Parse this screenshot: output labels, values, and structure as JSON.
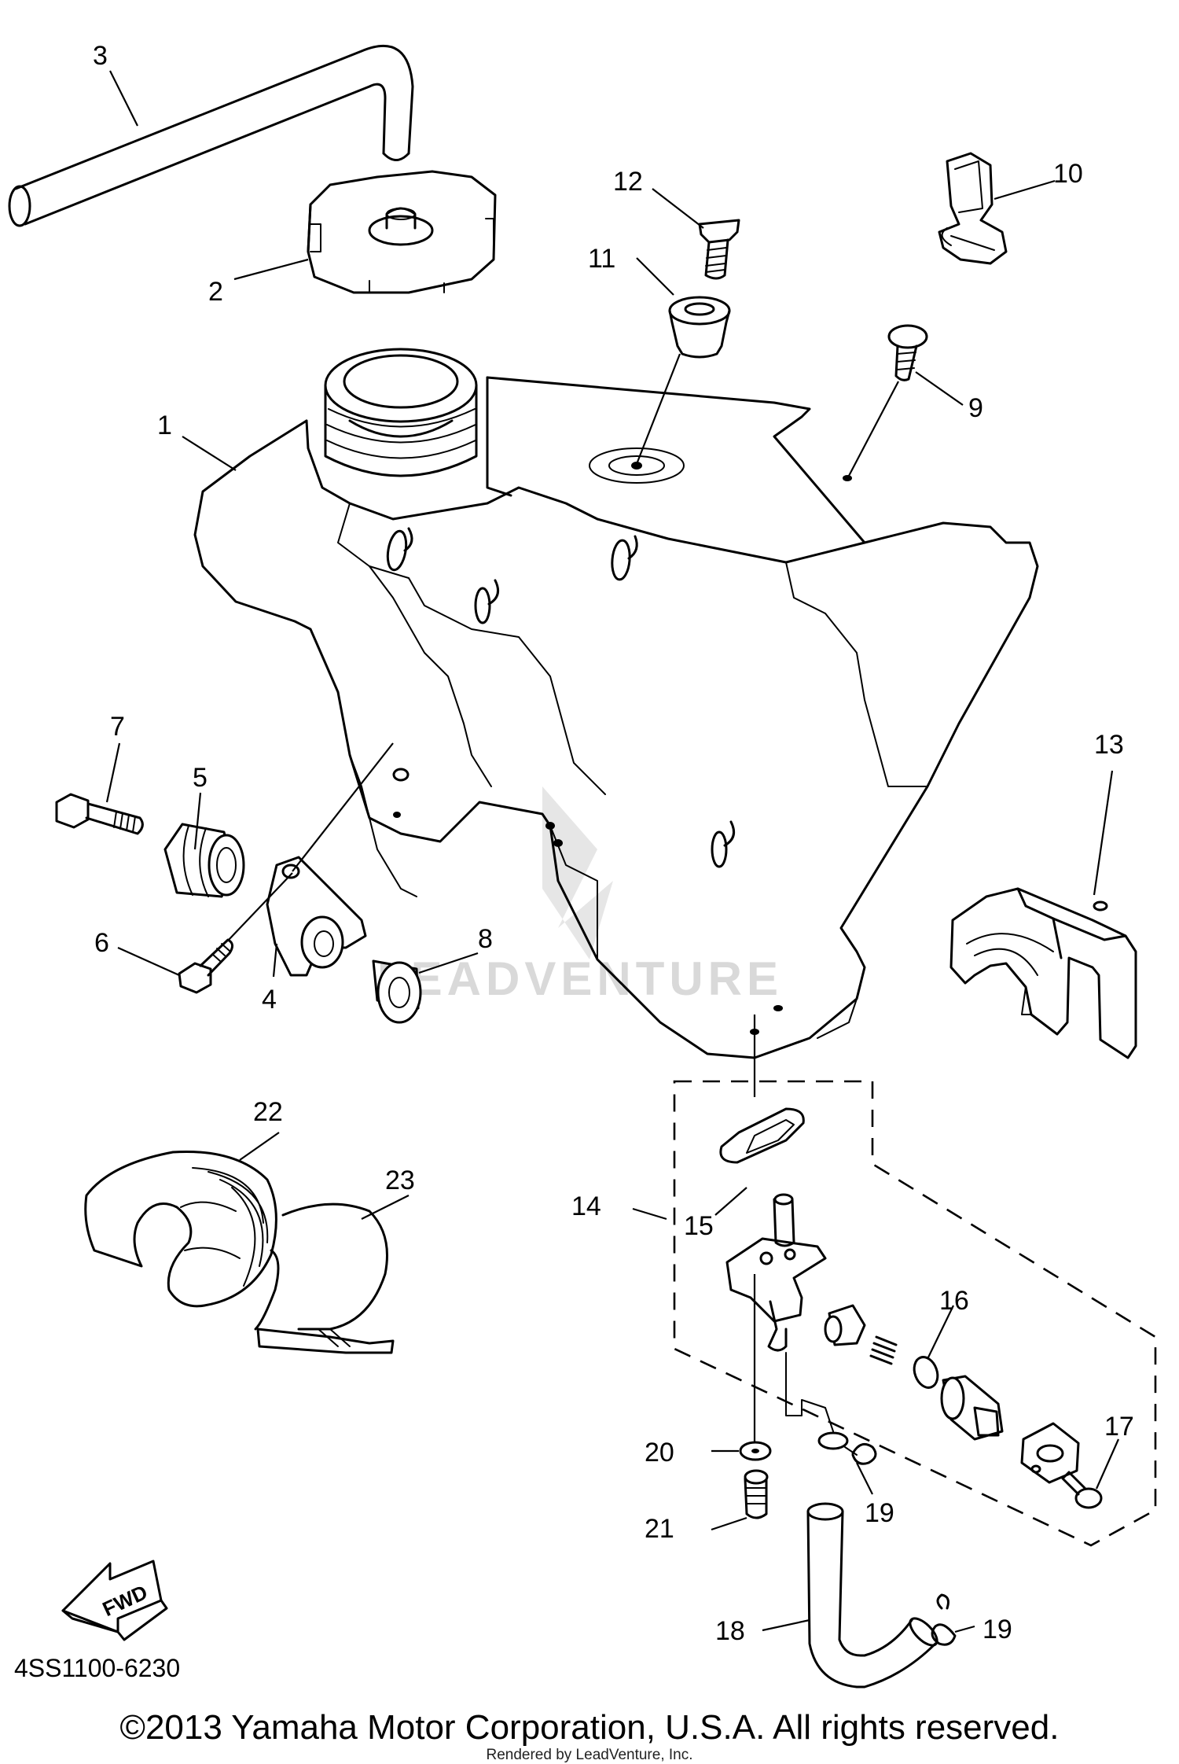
{
  "diagram": {
    "watermark": "LEADVENTURE",
    "part_code": "4SS1100-6230",
    "fwd_label": "FWD",
    "labels": [
      "1",
      "2",
      "3",
      "4",
      "5",
      "6",
      "7",
      "8",
      "9",
      "10",
      "11",
      "12",
      "13",
      "14",
      "15",
      "16",
      "17",
      "18",
      "19",
      "19",
      "20",
      "21",
      "22",
      "23"
    ]
  },
  "footer": {
    "copyright": "©2013 Yamaha Motor Corporation, U.S.A. All rights reserved.",
    "rendered_by": "Rendered by LeadVenture, Inc."
  }
}
